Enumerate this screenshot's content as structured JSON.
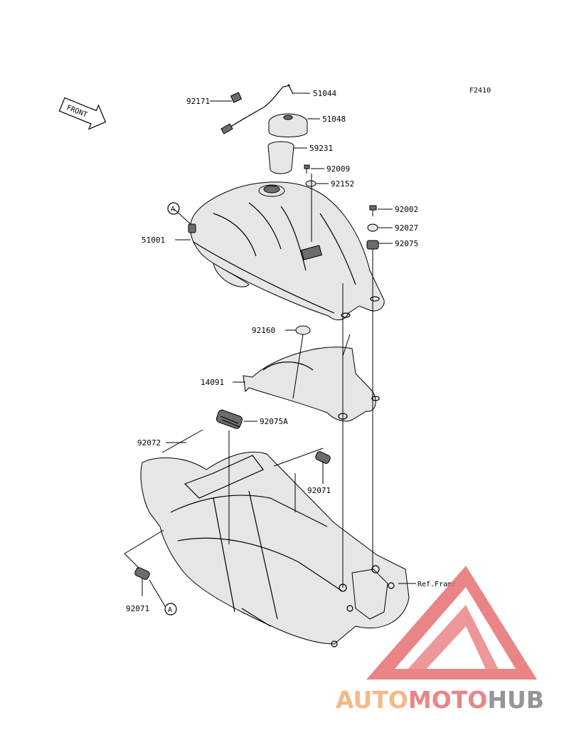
{
  "figure_code": "F2410",
  "front_label": "FRONT",
  "ref_label": "Ref.Frame",
  "callout_letter": "A",
  "parts": {
    "p92171": "92171",
    "p51044": "51044",
    "p51048": "51048",
    "p59231": "59231",
    "p92009": "92009",
    "p92152": "92152",
    "p92002": "92002",
    "p92027": "92027",
    "p51001": "51001",
    "p92075": "92075",
    "p92160": "92160",
    "p14091": "14091",
    "p92075A": "92075A",
    "p92072": "92072",
    "p92071_top": "92071",
    "p92071_bottom": "92071"
  },
  "watermark": {
    "part1": "AUTO",
    "part2": "MOTO",
    "part3": "HUB",
    "color_orange": "#f3b27a",
    "color_red": "#e8787a",
    "color_gray": "#8a8a8a"
  }
}
